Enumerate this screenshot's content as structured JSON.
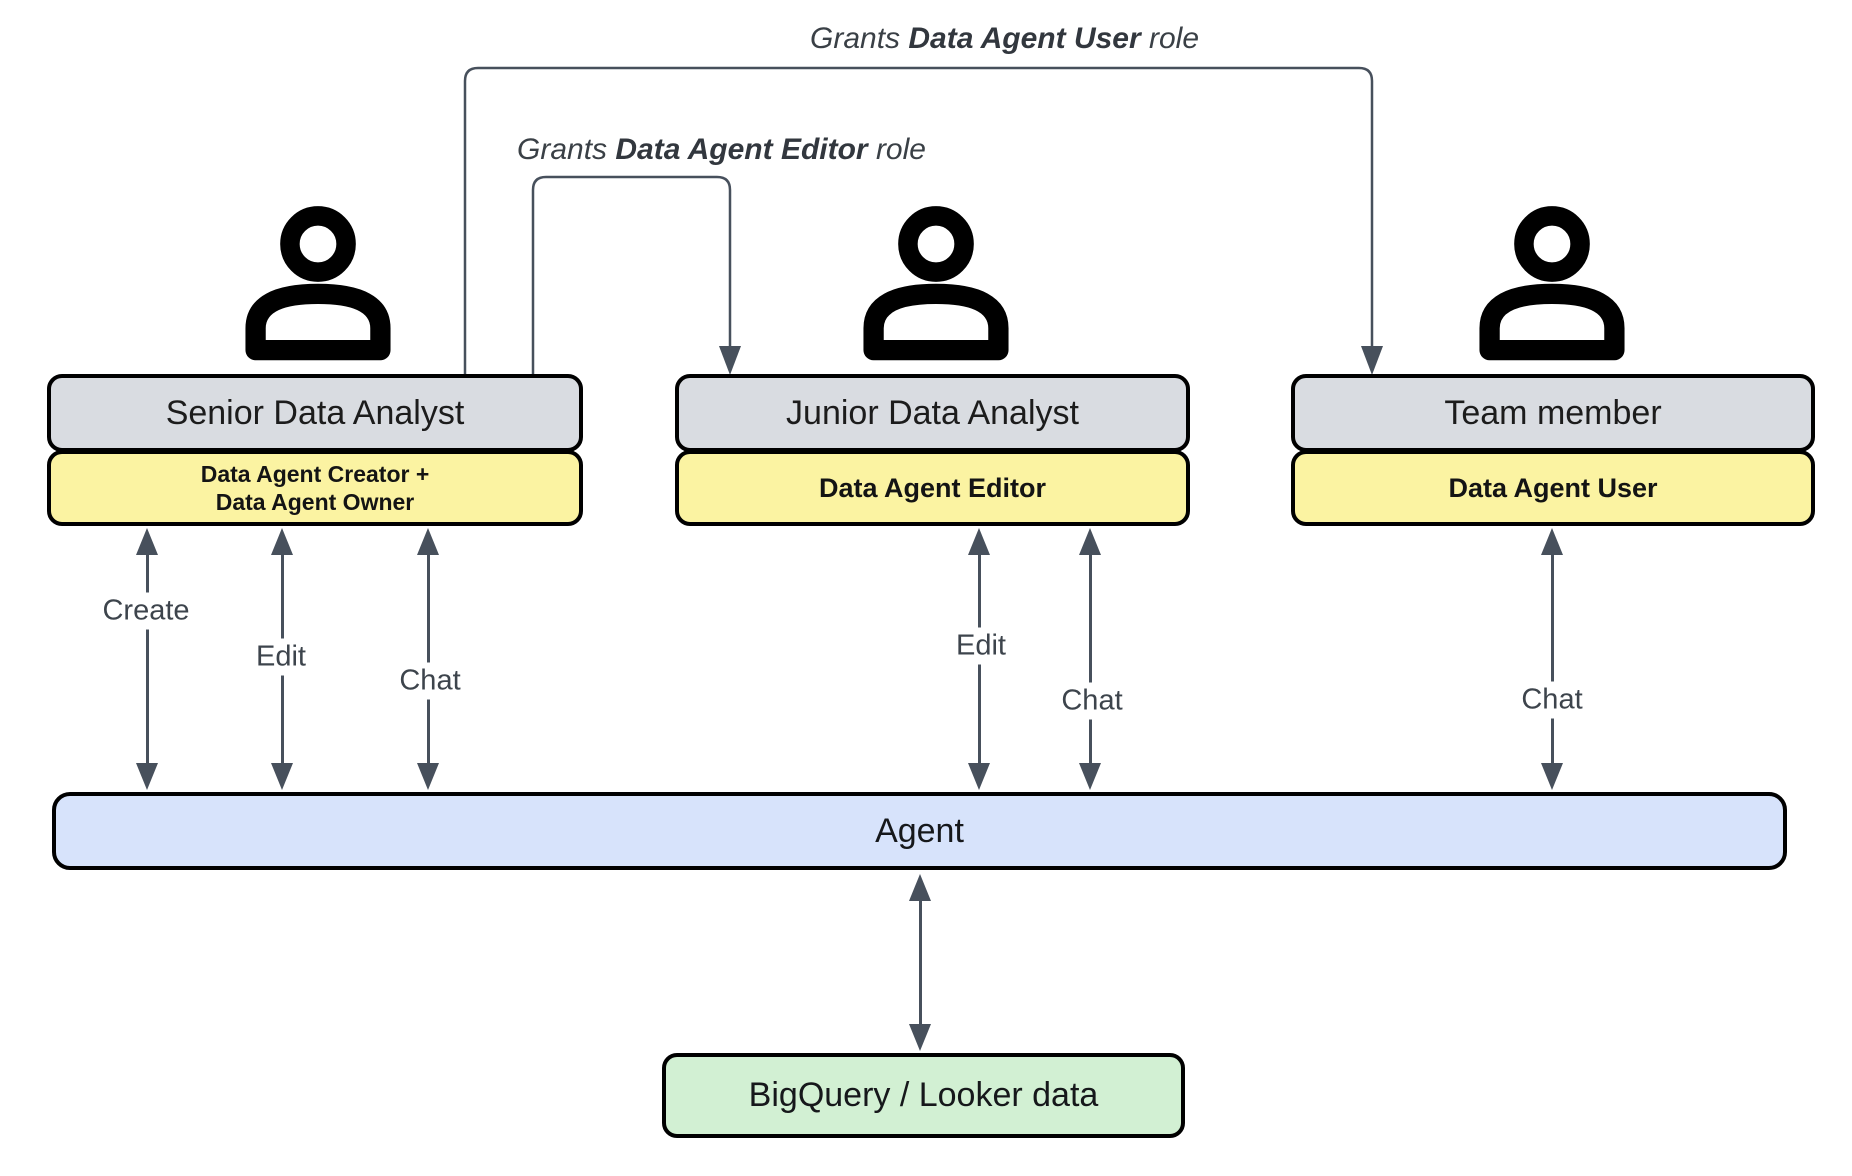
{
  "grant_arrows": {
    "user": {
      "prefix": "Grants ",
      "bold": "Data Agent User",
      "suffix": " role"
    },
    "editor": {
      "prefix": "Grants ",
      "bold": "Data Agent Editor",
      "suffix": " role"
    }
  },
  "people": [
    {
      "title": "Senior Data Analyst",
      "role_lines": [
        "Data Agent Creator +",
        "Data Agent Owner"
      ],
      "actions": [
        {
          "label": "Create"
        },
        {
          "label": "Edit"
        },
        {
          "label": "Chat"
        }
      ]
    },
    {
      "title": "Junior Data Analyst",
      "role_lines": [
        "Data Agent Editor"
      ],
      "actions": [
        {
          "label": "Edit"
        },
        {
          "label": "Chat"
        }
      ]
    },
    {
      "title": "Team member",
      "role_lines": [
        "Data Agent User"
      ],
      "actions": [
        {
          "label": "Chat"
        }
      ]
    }
  ],
  "agent": {
    "label": "Agent"
  },
  "datastore": {
    "label": "BigQuery / Looker data"
  },
  "icons": {
    "person": "person-icon",
    "vertical_double_arrow": "double-headed-arrow-icon",
    "grant_elbow_arrow": "elbow-arrow-icon"
  },
  "colors": {
    "person_box_fill": "#d9dce1",
    "role_box_fill": "#fbf3a2",
    "agent_bar_fill": "#d7e3fb",
    "datastore_fill": "#d2f0d3",
    "outline": "#000000",
    "arrow": "#47505c",
    "title_text": "#1c1c1c",
    "label_text": "#3d444c"
  }
}
